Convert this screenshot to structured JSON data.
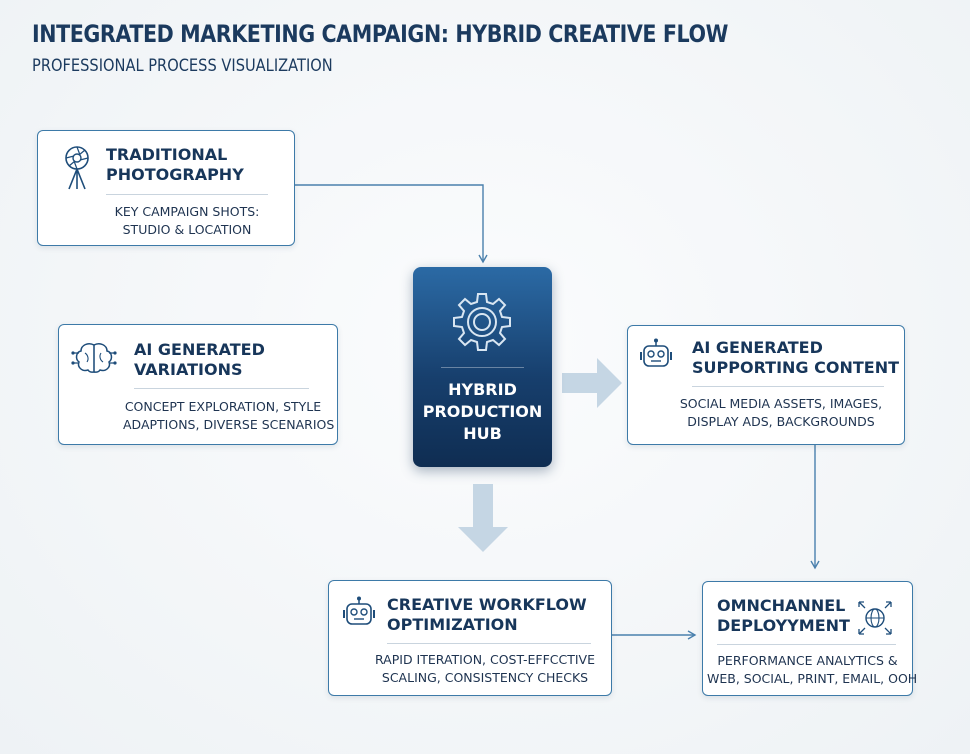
{
  "header": {
    "title": "INTEGRATED MARKETING CAMPAIGN: HYBRID CREATIVE FLOW",
    "subtitle": "PROFESSIONAL PROCESS VISUALIZATION"
  },
  "nodes": {
    "traditional": {
      "title_line1": "TRADITIONAL",
      "title_line2": "PHOTOGRAPHY",
      "body_line1": "KEY CAMPAIGN SHOTS:",
      "body_line2": "STUDIO & LOCATION",
      "icon": "camera-aperture-icon"
    },
    "ai_variations": {
      "title_line1": "AI GENERATED",
      "title_line2": "VARIATIONS",
      "body_line1": "CONCEPT EXPLORATION, STYLE",
      "body_line2": "ADAPTIONS, DIVERSE SCENARIOS",
      "icon": "brain-circuit-icon"
    },
    "hub": {
      "line1": "HYBRID",
      "line2": "PRODUCTION",
      "line3": "HUB",
      "icon": "gear-icon"
    },
    "ai_supporting": {
      "title_line1": "AI GENERATED",
      "title_line2": "SUPPORTING CONTENT",
      "body_line1": "SOCIAL MEDIA ASSETS, IMAGES,",
      "body_line2": "DISPLAY ADS, BACKGROUNDS",
      "icon": "robot-icon"
    },
    "workflow": {
      "title_line1": "CREATIVE WORKFLOW",
      "title_line2": "OPTIMIZATION",
      "body_line1": "RAPID ITERATION, COST-EFFCCTIVE",
      "body_line2": "SCALING, CONSISTENCY CHECKS",
      "icon": "robot-icon"
    },
    "omnichannel": {
      "title_line1": "OMNCHANNEL",
      "title_line2": "DEPLOYYMENT",
      "body_line1": "PERFORMANCE ANALYTICS &",
      "body_line2": "WEB, SOCIAL, PRINT, EMAIL, OOH",
      "icon": "globe-network-icon"
    }
  },
  "colors": {
    "navy": "#17365a",
    "border": "#3d7aa8",
    "hub_top": "#2b6aa5",
    "hub_bottom": "#0f2d52",
    "arrow_light": "#c5d6e4",
    "connector": "#4a80ad"
  }
}
